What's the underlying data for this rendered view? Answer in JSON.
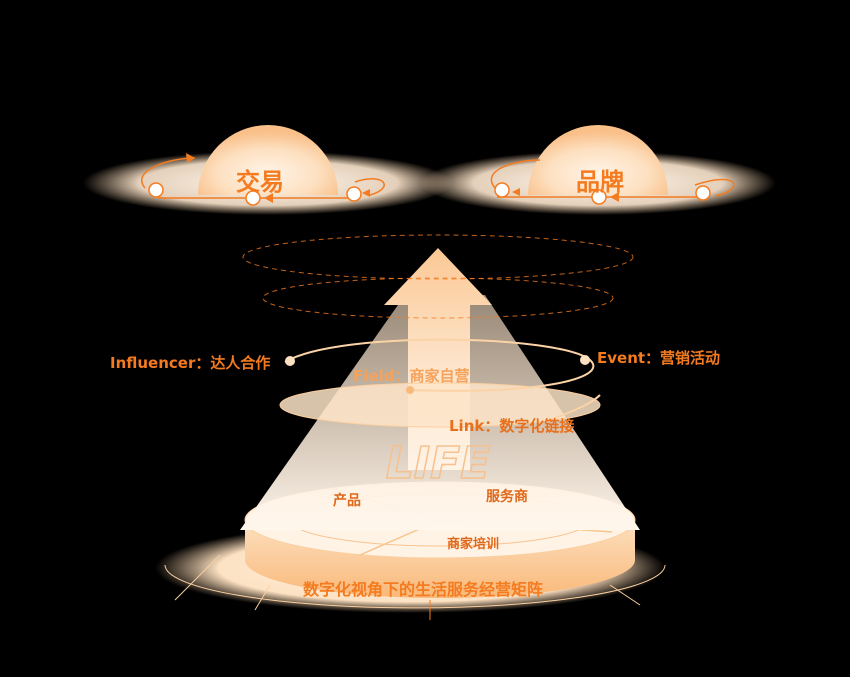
{
  "planets": {
    "trade": {
      "title": "交易"
    },
    "brand": {
      "title": "品牌"
    }
  },
  "nodes": {
    "n1": {
      "line1": "",
      "line2": ""
    },
    "n2": {
      "line1": "",
      "line2": ""
    },
    "n3": {
      "line1": "",
      "line2": ""
    },
    "n4": {
      "line1": "",
      "line2": ""
    },
    "n5": {
      "line1": "",
      "line2": ""
    },
    "n6": {
      "line1": "",
      "line2": ""
    }
  },
  "rings": {
    "influencer": "Influencer：达人合作",
    "event": "Event：营销活动",
    "field": "Field：商家自营",
    "link": "Link：数字化链接"
  },
  "base": {
    "watermark": "LIFE",
    "product": "产品",
    "service": "服务商",
    "training": "商家培训",
    "title": "数字化视角下的生活服务经营矩阵"
  },
  "colors": {
    "accent": "#f47b20",
    "light": "#fde6cc",
    "mid": "#f9c08a"
  }
}
